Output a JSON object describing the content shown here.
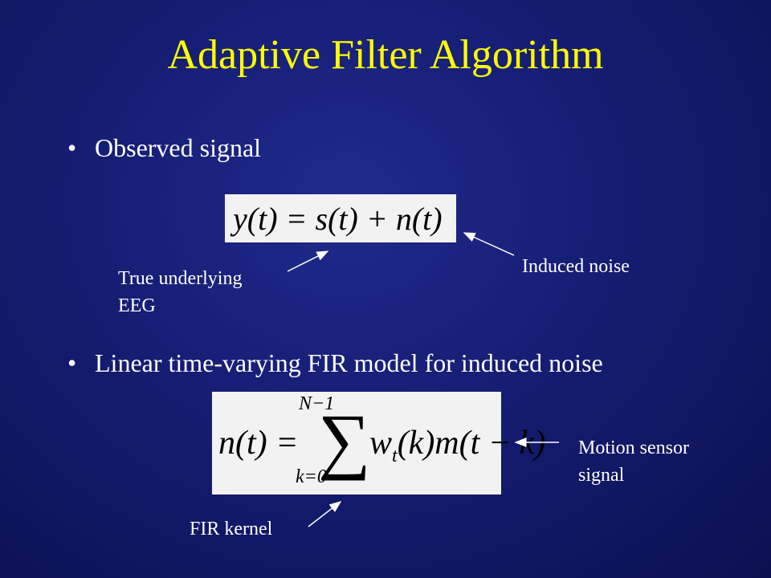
{
  "slide": {
    "title": "Adaptive Filter Algorithm",
    "bullets": [
      {
        "text": "Observed signal"
      },
      {
        "text": "Linear time-varying FIR model for induced noise"
      }
    ],
    "equation1": {
      "text": "y(t) = s(t) + n(t)"
    },
    "equation2": {
      "lhs": "n(t) =",
      "sum_upper": "N−1",
      "sum_symbol": "∑",
      "sum_lower": "k=0",
      "w": "w",
      "w_sub": "t",
      "rhs_rest": "(k)m(t − k)"
    },
    "annotations": {
      "true_eeg_line1": "True underlying",
      "true_eeg_line2": "EEG",
      "induced_noise": "Induced noise",
      "motion_line1": "Motion sensor",
      "motion_line2": "signal",
      "fir_kernel": "FIR kernel"
    },
    "colors": {
      "title": "#ffff00",
      "background": "#151d72",
      "text": "#ffffff",
      "equation_bg": "#f2f2f2"
    }
  }
}
